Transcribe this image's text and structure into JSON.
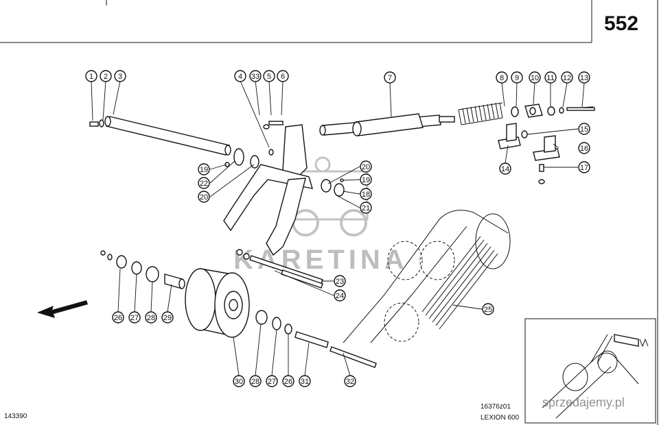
{
  "page_number": "552",
  "drawing_number": "16376z01",
  "model": "LEXION 600",
  "sheet_id": "143390",
  "watermark_logo_text": "KARETINA",
  "watermark_site_text": "sprzedajemy.pl",
  "callouts": {
    "c1": "1",
    "c2": "2",
    "c3": "3",
    "c4": "4",
    "c33": "33",
    "c5": "5",
    "c6": "6",
    "c7": "7",
    "c8": "8",
    "c9": "9",
    "c10": "10",
    "c11": "11",
    "c12": "12",
    "c13": "13",
    "c15": "15",
    "c16": "16",
    "c14": "14",
    "c17": "17",
    "c19a": "19",
    "c22": "22",
    "c20a": "20",
    "c20b": "20",
    "c19b": "19",
    "c18": "18",
    "c21": "21",
    "c23": "23",
    "c24": "24",
    "c25": "25",
    "c26a": "26",
    "c27a": "27",
    "c28a": "28",
    "c29": "29",
    "c30": "30",
    "c28b": "28",
    "c27b": "27",
    "c26b": "26",
    "c31": "31",
    "c32": "32"
  }
}
